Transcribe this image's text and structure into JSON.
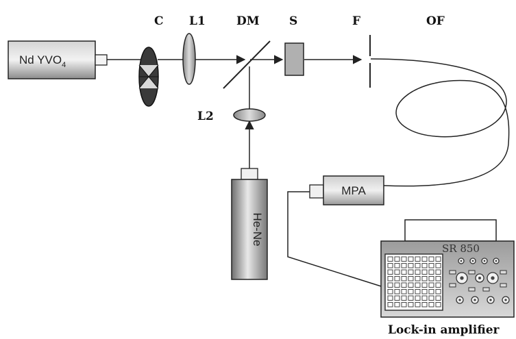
{
  "labels": {
    "collimator": "C",
    "lens1": "L1",
    "dichroic_mirror": "DM",
    "sample": "S",
    "filter": "F",
    "optical_fiber": "OF",
    "lens2": "L2"
  },
  "devices": {
    "laser_name": "Nd YVO",
    "laser_subscript": "4",
    "hene": "He-Ne",
    "photodetector": "MPA",
    "lockin_model": "SR 850",
    "lockin_caption": "Lock-in amplifier"
  },
  "colors": {
    "device_fill_light": "#e6e6e6",
    "device_fill_dark": "#8a8a8a",
    "optic_fill": "#b5b5b5",
    "beam": "#222222"
  }
}
